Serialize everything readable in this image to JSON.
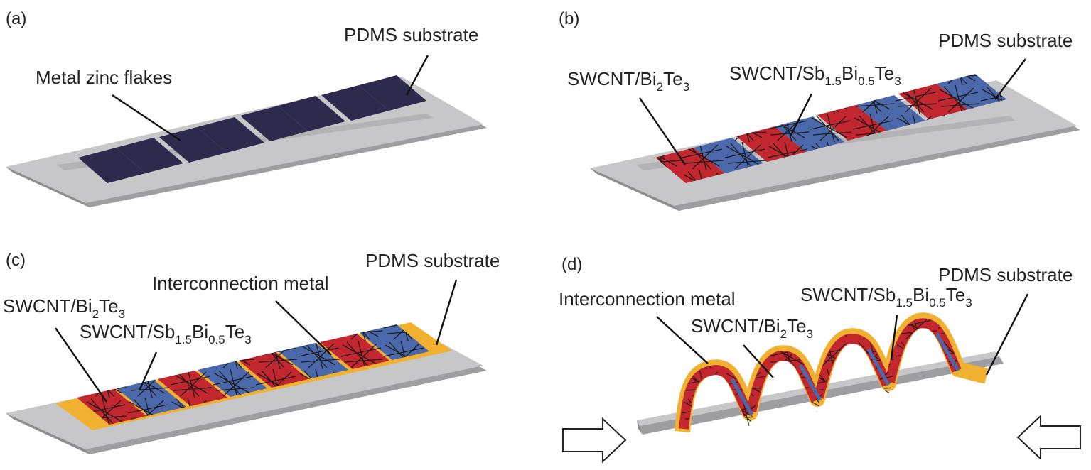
{
  "figure": {
    "panels": [
      {
        "label": "(a)",
        "callouts": [
          {
            "text": "PDMS substrate"
          },
          {
            "text": "Metal zinc flakes"
          }
        ]
      },
      {
        "label": "(b)",
        "callouts": [
          {
            "text": "PDMS substrate"
          },
          {
            "main": "SWCNT/Bi",
            "s1": "2",
            "mid": "Te",
            "s2": "3"
          },
          {
            "main": "SWCNT/Sb",
            "s1": "1.5",
            "mid": "Bi",
            "s2": "0.5",
            "end": "Te",
            "s3": "3"
          }
        ]
      },
      {
        "label": "(c)",
        "callouts": [
          {
            "text": "PDMS substrate"
          },
          {
            "text": "Interconnection metal"
          },
          {
            "main": "SWCNT/Bi",
            "s1": "2",
            "mid": "Te",
            "s2": "3"
          },
          {
            "main": "SWCNT/Sb",
            "s1": "1.5",
            "mid": "Bi",
            "s2": "0.5",
            "end": "Te",
            "s3": "3"
          }
        ]
      },
      {
        "label": "(d)",
        "callouts": [
          {
            "text": "PDMS substrate"
          },
          {
            "text": "Interconnection metal"
          },
          {
            "main": "SWCNT/Sb",
            "s1": "1.5",
            "mid": "Bi",
            "s2": "0.5",
            "end": "Te",
            "s3": "3"
          },
          {
            "main": "SWCNT/Bi",
            "s1": "2",
            "mid": "Te",
            "s2": "3"
          }
        ]
      }
    ]
  },
  "colors": {
    "substrate_top": "#c7c7c9",
    "substrate_side": "#9e9ea2",
    "zinc": "#2e2a4d",
    "p_type_red": "#c2262e",
    "n_type_blue": "#4a68aa",
    "metal_gold": "#f0b030",
    "fiber": "#151515"
  }
}
